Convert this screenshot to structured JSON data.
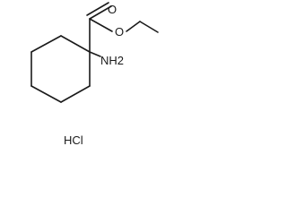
{
  "molecule": {
    "atoms": {
      "carbonyl_oxygen": "O",
      "ester_oxygen": "O",
      "amine": "NH2"
    },
    "salt": "HCl"
  },
  "colors": {
    "ink": "#1a1a1a",
    "background": "#ffffff"
  }
}
